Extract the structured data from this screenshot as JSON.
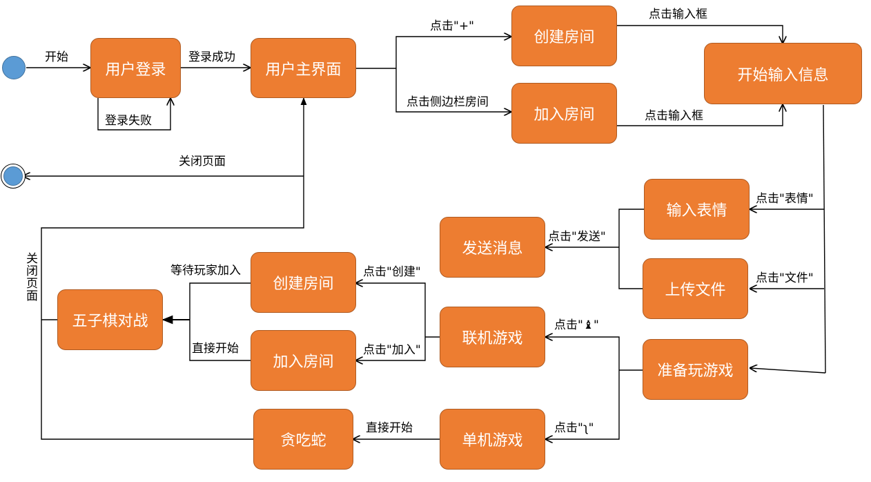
{
  "colors": {
    "node_fill": "#ED7D31",
    "node_border": "#AE5A21",
    "circle_fill": "#5B9BD5",
    "circle_border": "#41719C",
    "line": "#000000"
  },
  "nodes": {
    "login": "用户登录",
    "home": "用户主界面",
    "create_room_top": "创建房间",
    "join_room_top": "加入房间",
    "input_info": "开始输入信息",
    "input_emoji": "输入表情",
    "upload_file": "上传文件",
    "send_msg": "发送消息",
    "ready_game": "准备玩游戏",
    "online_game": "联机游戏",
    "single_game": "单机游戏",
    "create_room_game": "创建房间",
    "join_room_game": "加入房间",
    "gomoku": "五子棋对战",
    "snake": "贪吃蛇"
  },
  "labels": {
    "start": "开始",
    "login_success": "登录成功",
    "login_fail": "登录失败",
    "close_page": "关闭页面",
    "close_page_vertical": "关闭页面",
    "click_plus": "点击\"+\"",
    "click_sidebar_room": "点击侧边栏房间",
    "click_input_box_1": "点击输入框",
    "click_input_box_2": "点击输入框",
    "click_emoji": "点击\"表情\"",
    "click_send": "点击\"发送\"",
    "click_file": "点击\"文件\"",
    "click_chess": "点击\"♝\"",
    "click_snake": "点击\"ʅ\"",
    "click_create": "点击\"创建\"",
    "click_join": "点击\"加入\"",
    "wait_player": "等待玩家加入",
    "direct_start_1": "直接开始",
    "direct_start_2": "直接开始"
  }
}
